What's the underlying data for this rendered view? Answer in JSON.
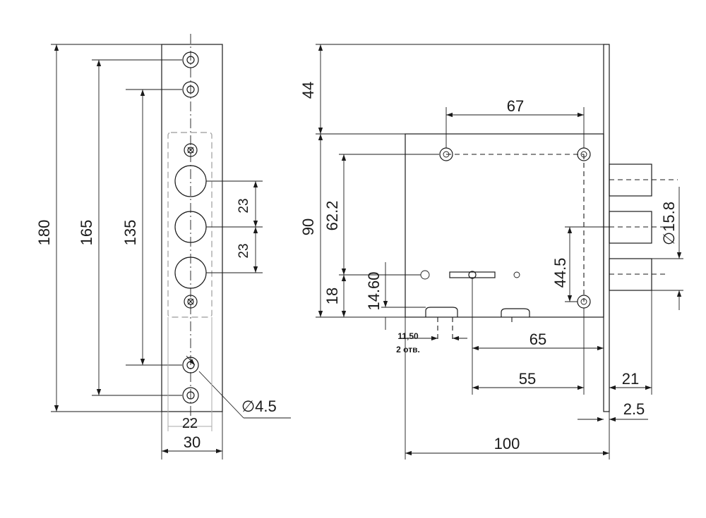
{
  "faceplate": {
    "height_total": "180",
    "height_outer": "165",
    "height_inner": "135",
    "spacing_top": "23",
    "spacing_bottom": "23",
    "hole_diameter": "∅4.5",
    "inner_width": "22",
    "width": "30"
  },
  "body": {
    "top_offset": "44",
    "height": "90",
    "hole_height": "62.2",
    "bottom_offset": "18",
    "keyhole_offset": "14.60",
    "mount_hole": "11,50",
    "mount_hole_count": "2 отв.",
    "top_spacing": "67",
    "center_height": "44.5",
    "bolt_diameter": "∅15.8",
    "spacing_65": "65",
    "spacing_55": "55",
    "bolt_throw": "21",
    "plate_thickness": "2.5",
    "width": "100"
  }
}
